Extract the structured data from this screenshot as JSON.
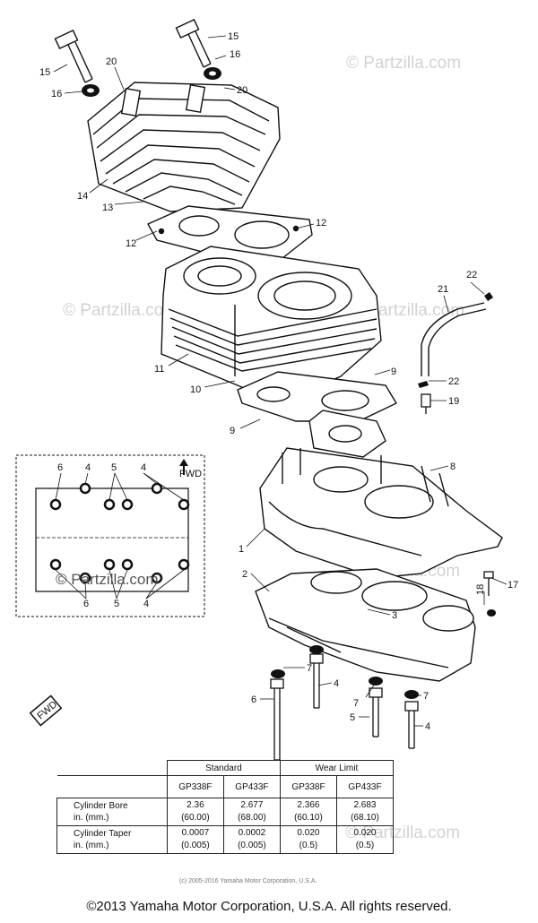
{
  "watermarks": {
    "brand": "© Partzilla.com"
  },
  "callouts": {
    "c1": "1",
    "c2": "2",
    "c3": "3",
    "c4": "4",
    "c5": "5",
    "c6": "6",
    "c7": "7",
    "c8": "8",
    "c9": "9",
    "c10": "10",
    "c11": "11",
    "c12": "12",
    "c13": "13",
    "c14": "14",
    "c15": "15",
    "c16": "16",
    "c17": "17",
    "c18": "18",
    "c19": "19",
    "c20": "20",
    "c21": "21",
    "c22": "22"
  },
  "inset": {
    "fwd_label": "FWD",
    "fwd_stamp": "FWD"
  },
  "spec_table": {
    "group_standard": "Standard",
    "group_wear": "Wear Limit",
    "columns": [
      "GP338F",
      "GP433F",
      "GP338F",
      "GP433F"
    ],
    "rows": [
      {
        "label_line1": "Cylinder Bore",
        "label_line2": "in. (mm.)",
        "values": [
          [
            "2.36",
            "(60.00)"
          ],
          [
            "2.677",
            "(68.00)"
          ],
          [
            "2.366",
            "(60.10)"
          ],
          [
            "2.683",
            "(68.10)"
          ]
        ]
      },
      {
        "label_line1": "Cylinder Taper",
        "label_line2": "in. (mm.)",
        "values": [
          [
            "0.0007",
            "(0.005)"
          ],
          [
            "0.0002",
            "(0.005)"
          ],
          [
            "0.020",
            "(0.5)"
          ],
          [
            "0.020",
            "(0.5)"
          ]
        ]
      }
    ]
  },
  "copyright_small": "(c) 2005-2016 Yamaha Motor Corporation, U.S.A.",
  "footer": "©2013 Yamaha Motor Corporation, U.S.A. All rights reserved."
}
